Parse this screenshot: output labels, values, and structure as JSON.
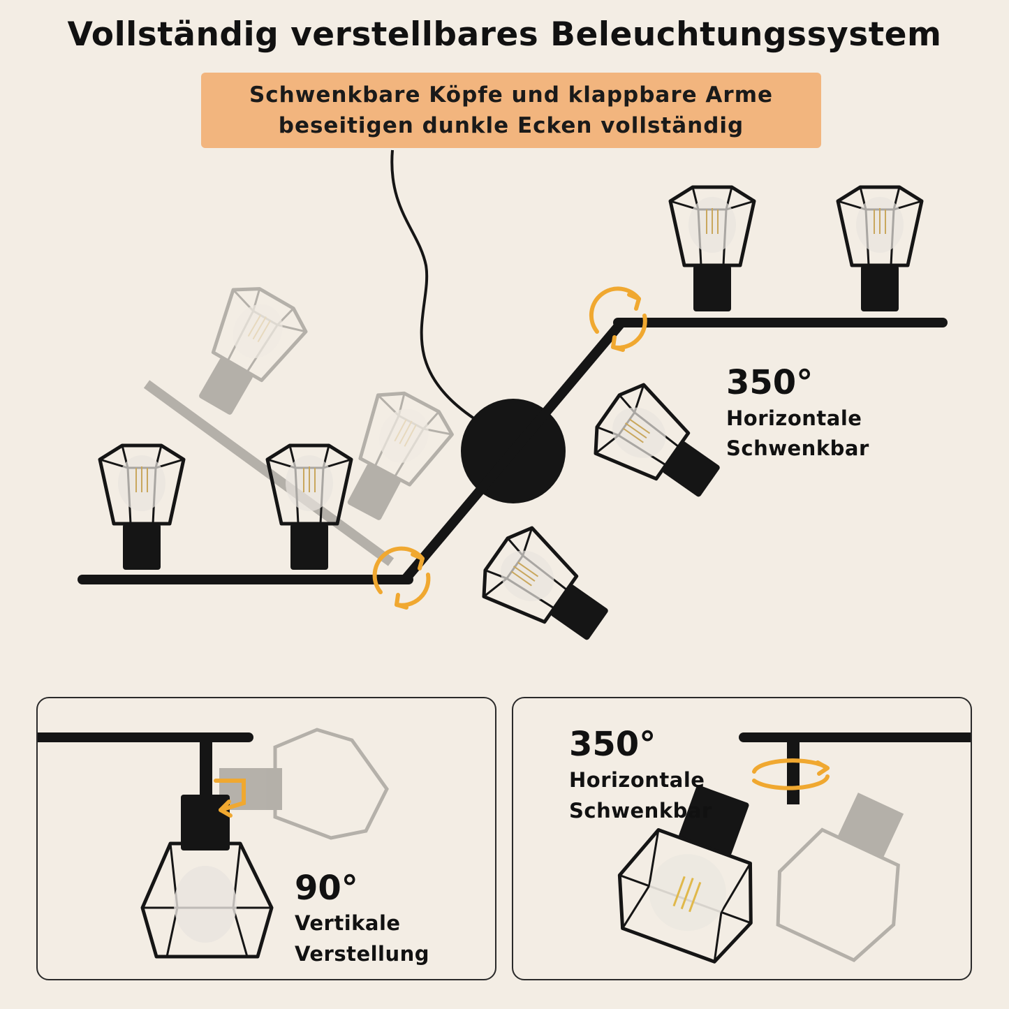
{
  "header": {
    "title": "Vollständig verstellbares Beleuchtungssystem",
    "banner_line1": "Schwenkbare Köpfe und klappbare Arme",
    "banner_line2": "beseitigen dunkle Ecken vollständig"
  },
  "main": {
    "degree": "350°",
    "line1": "Horizontale",
    "line2": "Schwenkbar"
  },
  "panel_left": {
    "degree": "90°",
    "line1": "Vertikale",
    "line2": "Verstellung"
  },
  "panel_right": {
    "degree": "350°",
    "line1": "Horizontale",
    "line2": "Schwenkbar"
  },
  "colors": {
    "background": "#f3ede4",
    "banner": "#f2b57e",
    "arrow": "#f0a830",
    "metal": "#151515"
  },
  "icons": [
    "rotate-arrows-icon",
    "vertical-tilt-arrow-icon",
    "horizontal-rotate-arrow-icon"
  ]
}
